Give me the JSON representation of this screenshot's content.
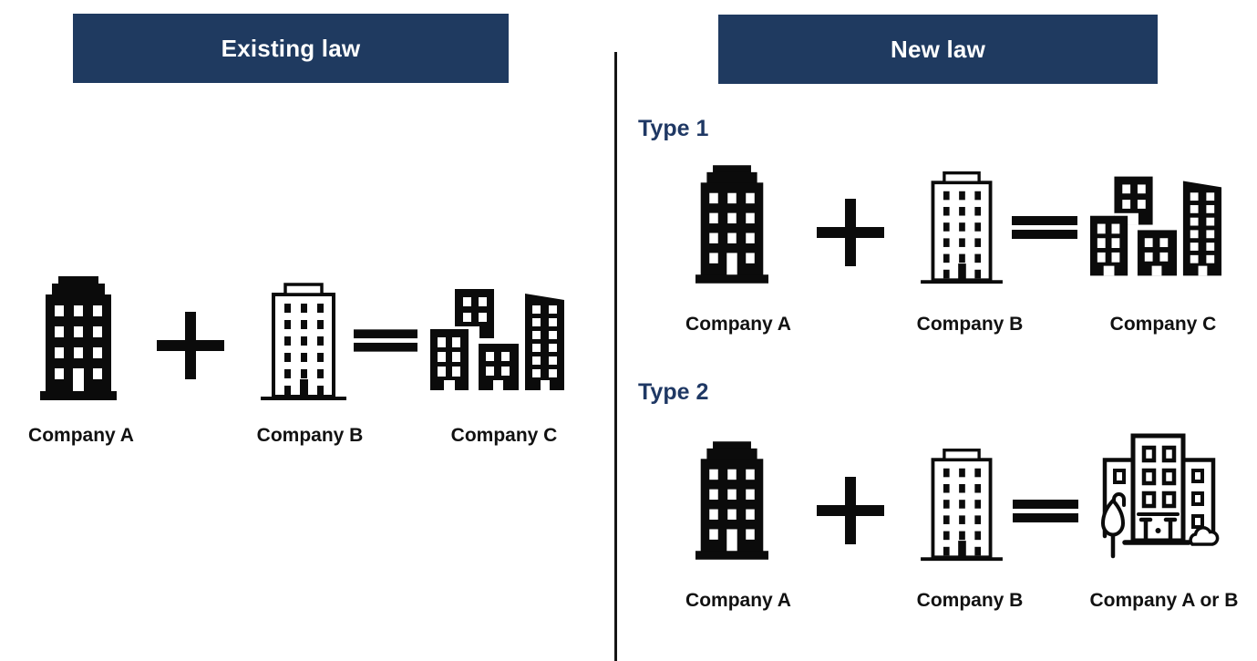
{
  "page": {
    "background": "#ffffff",
    "divider_color": "#151515",
    "banner_bg": "#1f3a60",
    "banner_text_color": "#ffffff",
    "heading_color": "#1f3864",
    "icon_color": "#0b0b0b",
    "label_color": "#111111"
  },
  "left_panel": {
    "banner": "Existing law",
    "row": {
      "operators": {
        "plus": "+",
        "equals": "="
      },
      "items": [
        {
          "label": "Company A",
          "icon": "building-solid"
        },
        {
          "label": "Company B",
          "icon": "building-outline"
        },
        {
          "label": "Company C",
          "icon": "building-cluster"
        }
      ]
    }
  },
  "right_panel": {
    "banner": "New law",
    "sections": [
      {
        "heading": "Type 1",
        "row": {
          "operators": {
            "plus": "+",
            "equals": "="
          },
          "items": [
            {
              "label": "Company A",
              "icon": "building-solid"
            },
            {
              "label": "Company B",
              "icon": "building-outline"
            },
            {
              "label": "Company C",
              "icon": "building-cluster"
            }
          ]
        }
      },
      {
        "heading": "Type 2",
        "row": {
          "operators": {
            "plus": "+",
            "equals": "="
          },
          "items": [
            {
              "label": "Company A",
              "icon": "building-solid"
            },
            {
              "label": "Company B",
              "icon": "building-outline"
            },
            {
              "label": "Company A or B",
              "icon": "building-complex-outline"
            }
          ]
        }
      }
    ]
  }
}
